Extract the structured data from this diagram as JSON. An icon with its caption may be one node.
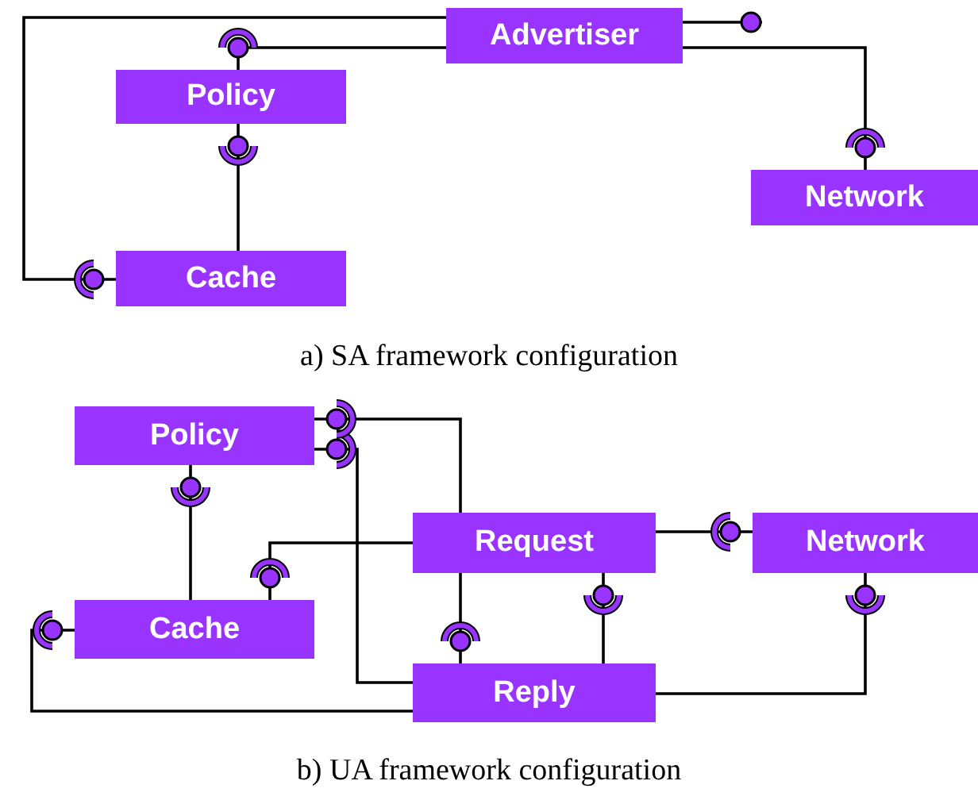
{
  "diagram": {
    "nodes": [
      {
        "text": [
          "Advertiser"
        ]
      },
      {
        "text": [
          "Policy"
        ]
      },
      {
        "text": [
          "Network"
        ]
      },
      {
        "text": [
          "Cache"
        ]
      },
      {
        "text": [
          "Policy"
        ]
      },
      {
        "text": [
          "Request"
        ]
      },
      {
        "text": [
          "Network"
        ]
      },
      {
        "text": [
          "Cache"
        ]
      },
      {
        "text": [
          "Reply"
        ]
      }
    ],
    "edges": [
      {
        "from": 0,
        "to": 1,
        "arrow": "other"
      },
      {
        "from": 3,
        "to": 1,
        "arrow": "other"
      },
      {
        "from": 0,
        "to": null,
        "arrow": "other"
      },
      {
        "from": 0,
        "to": 2,
        "arrow": "other"
      },
      {
        "from": 0,
        "to": 3,
        "arrow": "other"
      },
      {
        "from": 7,
        "to": 4,
        "arrow": "other"
      },
      {
        "from": 8,
        "to": 4,
        "arrow": "other"
      },
      {
        "from": 5,
        "to": 4,
        "arrow": "other"
      },
      {
        "from": 5,
        "to": 7,
        "arrow": "other"
      },
      {
        "from": 8,
        "to": 7,
        "arrow": "other"
      },
      {
        "from": 5,
        "to": 6,
        "arrow": "other"
      },
      {
        "from": 8,
        "to": 6,
        "arrow": "other"
      },
      {
        "from": 5,
        "to": 8,
        "arrow": "other"
      },
      {
        "from": 8,
        "to": 5,
        "arrow": "other"
      }
    ],
    "labels": [
      "a) SA framework configuration",
      "b) UA framework configuration"
    ]
  }
}
